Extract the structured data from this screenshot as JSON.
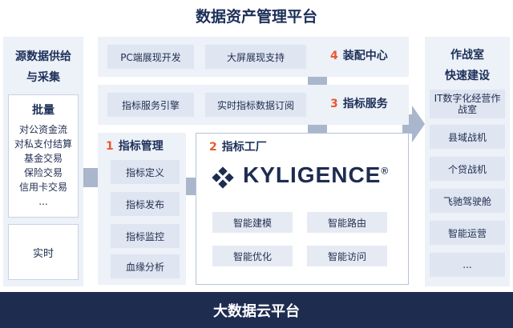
{
  "title": "数据资产管理平台",
  "source": {
    "title_line1": "源数据供给",
    "title_line2": "与采集",
    "batch_title": "批量",
    "batch_items": [
      "对公资金流",
      "对私支付结算",
      "基金交易",
      "保险交易",
      "信用卡交易",
      "..."
    ],
    "realtime": "实时"
  },
  "assembly": {
    "num": "4",
    "title": "装配中心",
    "boxes": [
      "PC端展现开发",
      "大屏展现支持"
    ]
  },
  "service": {
    "num": "3",
    "title": "指标服务",
    "boxes": [
      "指标服务引擎",
      "实时指标数据订阅"
    ]
  },
  "management": {
    "num": "1",
    "title": "指标管理",
    "boxes": [
      "指标定义",
      "指标发布",
      "指标监控",
      "血缘分析"
    ]
  },
  "factory": {
    "num": "2",
    "title": "指标工厂",
    "logo_text": "KYLIGENCE",
    "logo_mark": "®",
    "boxes": [
      "智能建模",
      "智能路由",
      "智能优化",
      "智能访问"
    ]
  },
  "warroom": {
    "title_line1": "作战室",
    "title_line2": "快速建设",
    "boxes": [
      "IT数字化经营作战室",
      "县域战机",
      "个贷战机",
      "飞驰驾驶舱",
      "智能运营",
      "..."
    ]
  },
  "bottom": "大数据云平台",
  "colors": {
    "accent": "#e8582f",
    "dark": "#1e2c50",
    "panel": "#edf1f8",
    "box": "#dfe5f1",
    "arrow": "#aab6cc"
  }
}
